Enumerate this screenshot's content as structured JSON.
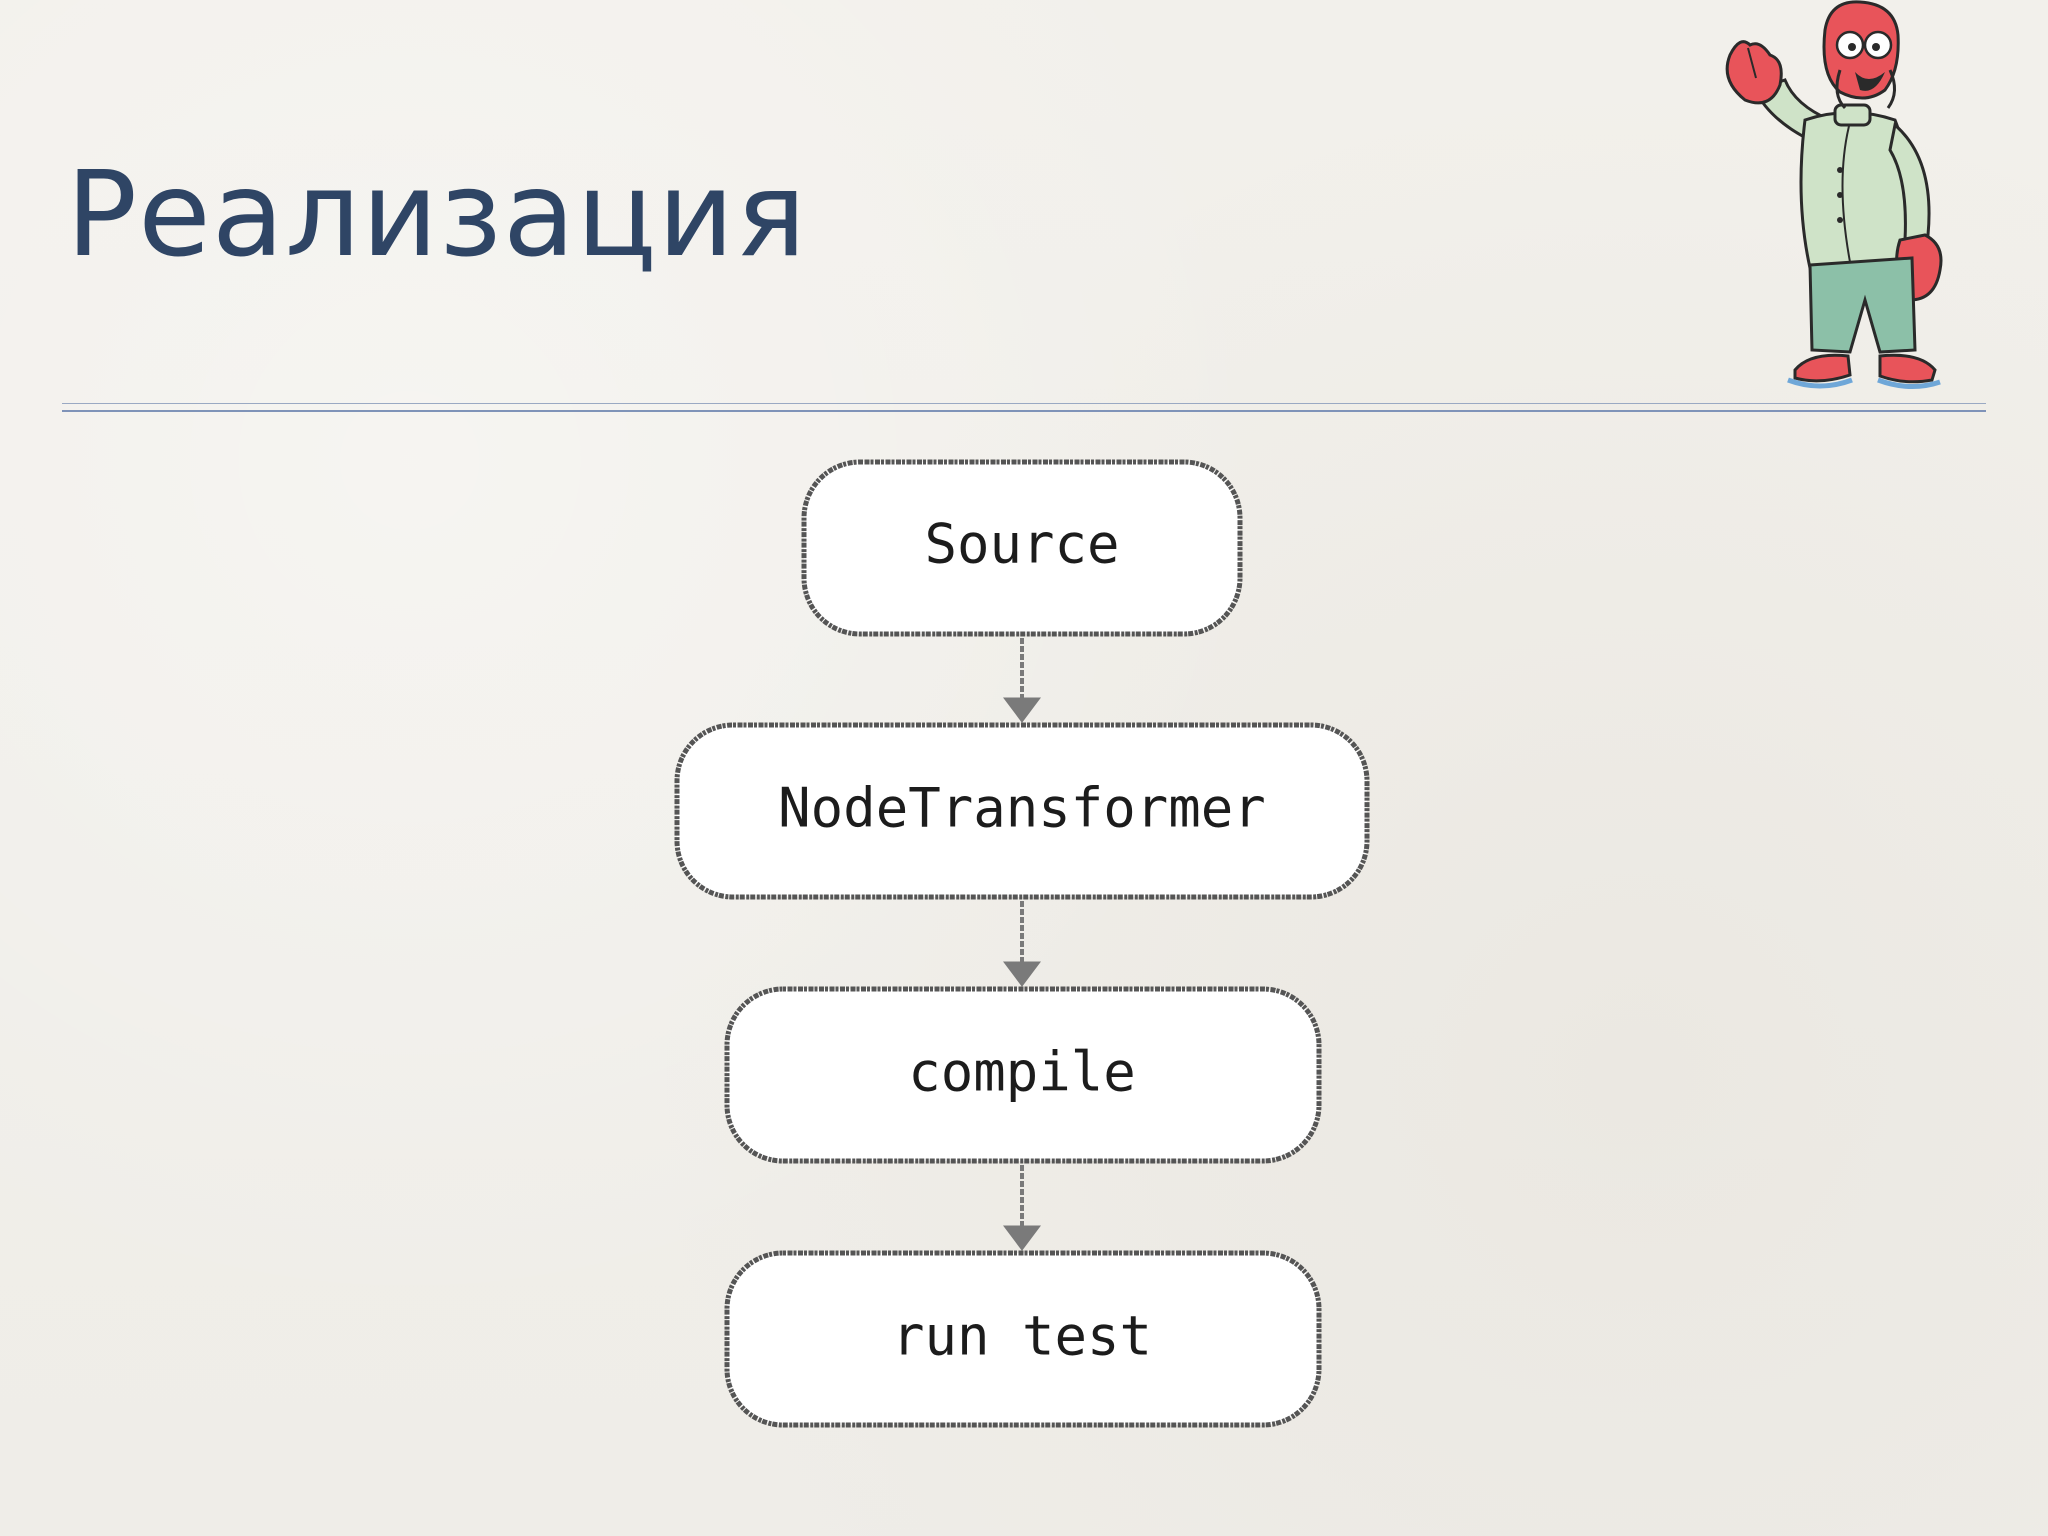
{
  "slide": {
    "title": "Реализация"
  },
  "diagram": {
    "nodes": [
      {
        "id": "source",
        "label": "Source"
      },
      {
        "id": "transformer",
        "label": "NodeTransformer"
      },
      {
        "id": "compile",
        "label": "compile"
      },
      {
        "id": "run",
        "label": "run test"
      }
    ],
    "edges": [
      {
        "from": "source",
        "to": "transformer"
      },
      {
        "from": "transformer",
        "to": "compile"
      },
      {
        "from": "compile",
        "to": "run"
      }
    ]
  },
  "colors": {
    "title": "#2f4565",
    "background": "#f1efea",
    "node_fill": "#ffffff",
    "node_stroke": "#555555",
    "arrow": "#7a7a7a",
    "rule": "#7f93b8"
  },
  "decor": {
    "mascot_icon": "cartoon-character-waving-icon"
  }
}
